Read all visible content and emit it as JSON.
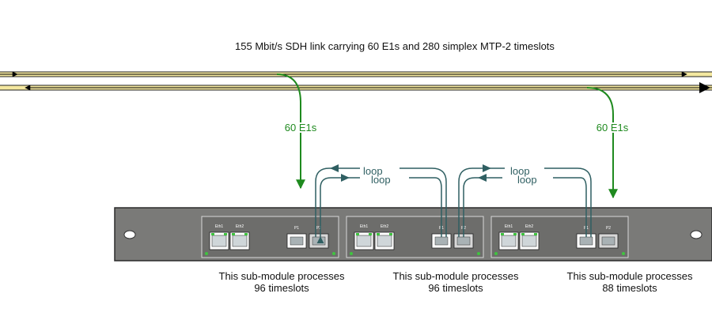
{
  "title": "155 Mbit/s SDH link carrying 60 E1s and 280 simplex MTP-2 timeslots",
  "e1_labels": [
    "60 E1s",
    "60 E1s"
  ],
  "loop_labels": [
    "loop",
    "loop",
    "loop",
    "loop"
  ],
  "port_labels": [
    "Eth1",
    "Eth2",
    "P1",
    "P2"
  ],
  "modules": [
    {
      "line1": "This sub-module processes",
      "line2": "96 timeslots"
    },
    {
      "line1": "This sub-module processes",
      "line2": "96 timeslots"
    },
    {
      "line1": "This sub-module processes",
      "line2": "88 timeslots"
    }
  ],
  "colors": {
    "link_fill": "#f4e8a0",
    "green": "#1f8a1f",
    "teal": "#2f5f62",
    "chassis": "#7a7a78",
    "chassis_border": "#2b2b2b"
  }
}
